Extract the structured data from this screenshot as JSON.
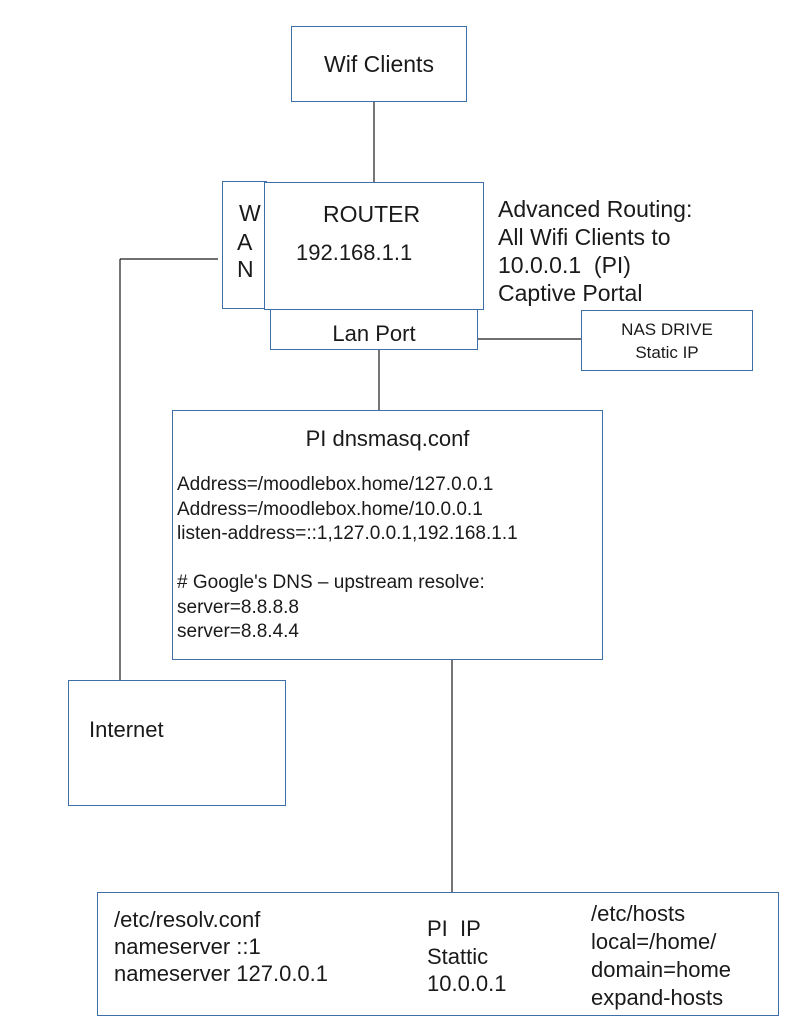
{
  "wifi_clients": {
    "label": "Wif Clients"
  },
  "router": {
    "wan_letters": [
      "W",
      "A",
      "N"
    ],
    "title": "ROUTER",
    "ip": "192.168.1.1",
    "lan_port_label": "Lan Port"
  },
  "routing_note": {
    "lines": [
      "Advanced Routing:",
      "All Wifi Clients to",
      "10.0.0.1  (PI)",
      "Captive Portal"
    ]
  },
  "nas": {
    "title": "NAS DRIVE",
    "subtitle": "Static IP"
  },
  "dnsmasq": {
    "title": "PI dnsmasq.conf",
    "lines": [
      "Address=/moodlebox.home/127.0.0.1",
      "Address=/moodlebox.home/10.0.0.1",
      "listen-address=::1,127.0.0.1,192.168.1.1",
      "",
      "# Google's DNS – upstream resolve:",
      "server=8.8.8.8",
      "server=8.8.4.4"
    ]
  },
  "internet": {
    "label": "Internet"
  },
  "pi_config": {
    "resolv": [
      "/etc/resolv.conf",
      "nameserver ::1",
      "nameserver 127.0.0.1"
    ],
    "pi_ip": [
      "PI  IP",
      "Stattic",
      "10.0.0.1"
    ],
    "hosts": [
      "/etc/hosts",
      "local=/home/",
      "domain=home",
      "expand-hosts"
    ]
  },
  "colors": {
    "box_border": "#3d6fa8",
    "connector": "#1a1a1a",
    "text": "#1a1a1a"
  }
}
